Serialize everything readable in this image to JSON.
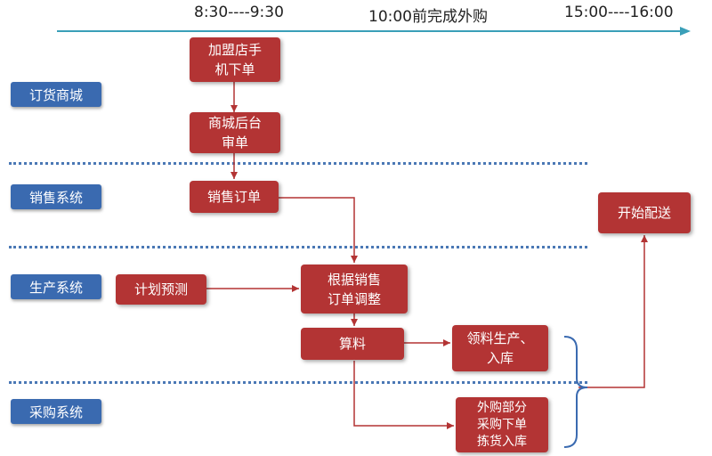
{
  "timeline": {
    "marks": [
      "8:30----9:30",
      "10:00前完成外购",
      "15:00----16:00"
    ]
  },
  "lanes": [
    "订货商城",
    "销售系统",
    "生产系统",
    "采购系统"
  ],
  "nodes": {
    "franchise_order": "加盟店手\n机下单",
    "mall_review": "商城后台\n审单",
    "sales_order": "销售订单",
    "plan_forecast": "计划预测",
    "adjust_order": "根据销售\n订单调整",
    "calc_material": "算料",
    "pick_produce": "领料生产、\n入库",
    "outsource_purchase": "外购部分\n采购下单\n拣货入库",
    "start_delivery": "开始配送"
  },
  "colors": {
    "lane_fill": "#3a6ab0",
    "node_fill": "#b33434",
    "arrow": "#b33434",
    "timeline": "#3a9fb8",
    "brace": "#3a6ab0",
    "separator": "#4a78b5"
  }
}
